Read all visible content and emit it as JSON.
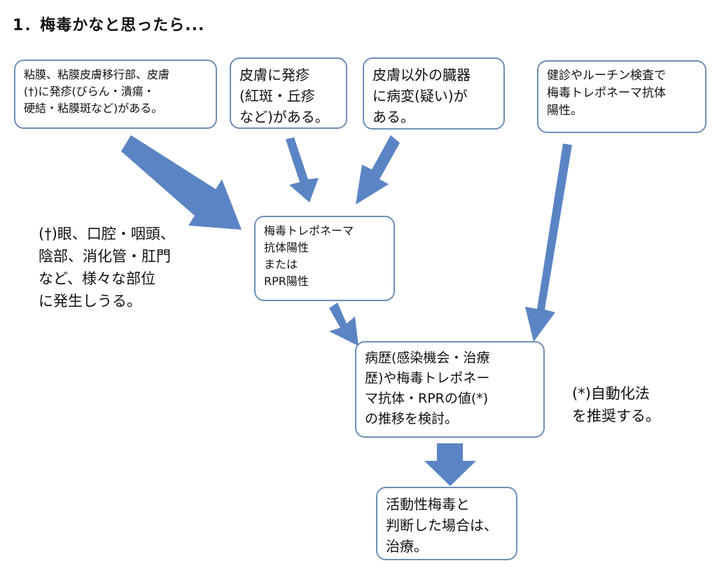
{
  "title": "1．梅毒かなと思ったら...",
  "boxes": {
    "mucosa": "粘膜、粘膜皮膚移行部、皮膚\n(†)に発疹(びらん・潰瘍・\n硬結・粘膜斑など)がある。",
    "skin": "皮膚に発疹\n(紅斑・丘疹\nなど)がある。",
    "organ": "皮膚以外の臓器\nに病変(疑い)が\nある。",
    "checkup": "健診やルーチン検査で\n梅毒トレポネーマ抗体\n陽性。",
    "positive": "梅毒トレポネーマ\n抗体陽性\nまたは\nRPR陽性",
    "history": "病歴(感染機会・治療\n歴)や梅毒トレポネー\nマ抗体・RPRの値(*)\nの推移を検討。",
    "treatment": "活動性梅毒と\n判断した場合は、\n治療。"
  },
  "notes": {
    "dagger": "(†)眼、口腔・咽頭、\n陰部、消化管・肛門\nなど、様々な部位\nに発生しうる。",
    "auto": "(*)自動化法\nを推奨する。"
  },
  "colors": {
    "arrow": "#5b84c4",
    "box_border": "#6f8fb8"
  }
}
